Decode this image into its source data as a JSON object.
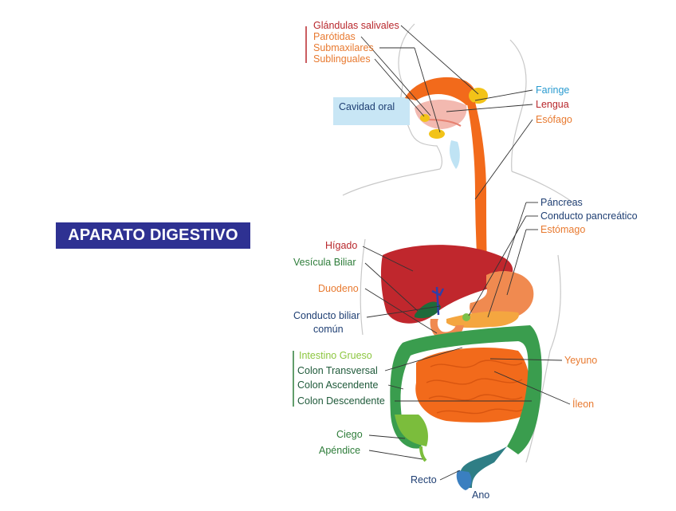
{
  "title": "APARATO DIGESTIVO",
  "colors": {
    "title_bg": "#2e3192",
    "red": "#b8272c",
    "orange": "#e87a30",
    "blue": "#2a9bd0",
    "navy": "#1f3f73",
    "green": "#2e7d3a",
    "light_green": "#8cc63f",
    "oral_cavity_bg": "#c8e6f5"
  },
  "labels": {
    "glandulas_salivales": "Glándulas salivales",
    "parotidas": "Parótidas",
    "submaxilares": "Submaxilares",
    "sublinguales": "Sublinguales",
    "cavidad_oral": "Cavidad oral",
    "faringe": "Faringe",
    "lengua": "Lengua",
    "esofago": "Esófago",
    "pancreas": "Páncreas",
    "conducto_pancreatico": "Conducto pancreático",
    "estomago": "Estómago",
    "higado": "Hígado",
    "vesicula_biliar": "Vesícula Biliar",
    "duodeno": "Duodeno",
    "conducto_biliar_1": "Conducto biliar",
    "conducto_biliar_2": "común",
    "intestino_grueso": "Intestino Grueso",
    "colon_transversal": "Colon Transversal",
    "colon_ascendente": "Colon Ascendente",
    "colon_descendente": "Colon Descendente",
    "yeyuno": "Yeyuno",
    "ileon": "Íleon",
    "ciego": "Ciego",
    "apendice": "Apéndice",
    "recto": "Recto",
    "ano": "Ano"
  }
}
